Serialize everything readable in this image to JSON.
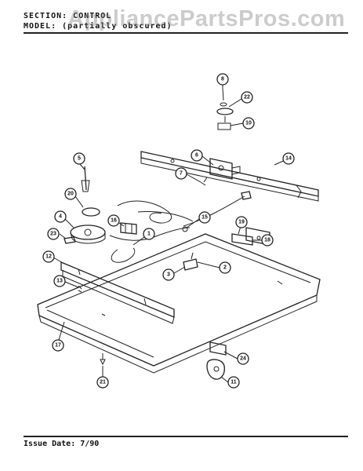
{
  "header": {
    "section_label": "SECTION: CONTROL",
    "model_label": "MODEL: (partially obscured)"
  },
  "watermark": "AppliancePartsPros.com",
  "footer": {
    "issue_date": "Issue Date: 7/90"
  },
  "callouts": [
    "8",
    "22",
    "10",
    "6",
    "14",
    "7",
    "5",
    "20",
    "4",
    "16",
    "15",
    "19",
    "18",
    "23",
    "12",
    "3",
    "2",
    "13",
    "17",
    "24",
    "21",
    "11",
    "1"
  ]
}
